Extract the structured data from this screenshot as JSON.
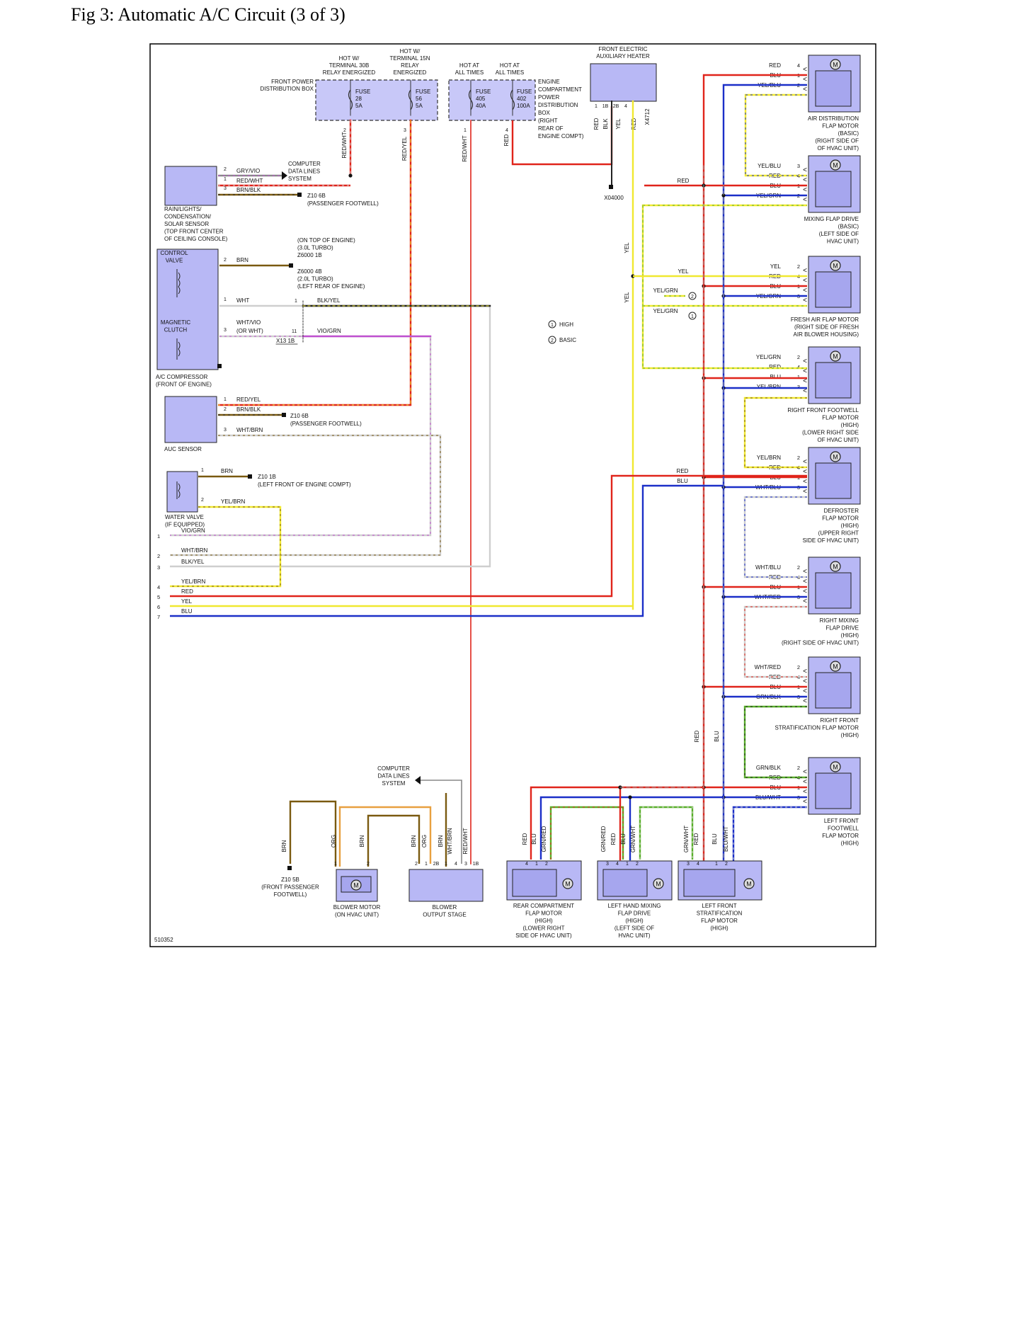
{
  "title": "Fig 3: Automatic A/C Circuit (3 of 3)",
  "figure_id": "510352",
  "colors": {
    "RED": "#e0241b",
    "BLU": "#1b2fc8",
    "YEL": "#f0e830",
    "WHT": "#cfcfcf",
    "BRN": "#7a5a10",
    "ORG": "#e8a040",
    "VIO": "#c050d0",
    "GRN": "#58b028",
    "BLK": "#222222",
    "GRY": "#888888",
    "frame": "#000000"
  },
  "power": {
    "front_box_label": [
      "FRONT POWER",
      "DISTRIBUTION BOX"
    ],
    "engine_box_label": [
      "ENGINE",
      "COMPARTMENT",
      "POWER",
      "DISTRIBUTION",
      "BOX",
      "(RIGHT",
      "REAR OF",
      "ENGINE COMPT)"
    ],
    "hot30b": [
      "HOT W/",
      "TERMINAL 30B",
      "RELAY ENERGIZED"
    ],
    "hot15n": [
      "HOT W/",
      "TERMINAL 15N",
      "RELAY",
      "ENERGIZED"
    ],
    "hot_all1": [
      "HOT AT",
      "ALL TIMES"
    ],
    "hot_all2": [
      "HOT AT",
      "ALL TIMES"
    ],
    "fuse28": [
      "FUSE",
      "28",
      "5A"
    ],
    "fuse56": [
      "FUSE",
      "56",
      "5A"
    ],
    "fuse405": [
      "FUSE",
      "405",
      "40A"
    ],
    "fuse402": [
      "FUSE",
      "402",
      "100A"
    ]
  },
  "heater": {
    "label": [
      "FRONT ELECTRIC",
      "AUXILIARY HEATER"
    ],
    "ground": "X04000",
    "conn": "X4712"
  },
  "left": {
    "computer1": [
      "COMPUTER",
      "DATA LINES",
      "SYSTEM"
    ],
    "rain_sensor": [
      "RAIN/LIGHTS/",
      "CONDENSATION/",
      "SOLAR SENSOR",
      "(TOP FRONT CENTER",
      "OF CEILING CONSOLE)"
    ],
    "z10_6b": "Z10 6B",
    "pass_footwell": "(PASSENGER FOOTWELL)",
    "engine_top": [
      "(ON TOP OF ENGINE)",
      "(3.0L TURBO)",
      "Z6000 1B"
    ],
    "engine_rear": [
      "Z6000 4B",
      "(2.0L TURBO)",
      "(LEFT REAR OF ENGINE)"
    ],
    "control_valve": [
      "CONTROL",
      "VALVE"
    ],
    "mag_clutch": [
      "MAGNETIC",
      "CLUTCH"
    ],
    "ac_comp": [
      "A/C COMPRESSOR",
      "(FRONT OF ENGINE)"
    ],
    "x13": "X13 1B",
    "auc": "AUC SENSOR",
    "z10_1b": "Z10 1B",
    "left_front_engine": "(LEFT FRONT OF ENGINE COMPT)",
    "water_valve": [
      "WATER VALVE",
      "(IF EQUIPPED)"
    ],
    "high": "HIGH",
    "basic": "BASIC"
  },
  "wires": {
    "gryvio": "GRY/VIO",
    "redwht": "RED/WHT",
    "brnblk": "BRN/BLK",
    "brn": "BRN",
    "wht": "WHT",
    "blkyel": "BLK/YEL",
    "whtvio": "WHT/VIO",
    "orwht": "(OR WHT)",
    "viogrn": "VIO/GRN",
    "redyel": "RED/YEL",
    "whtbrn": "WHT/BRN",
    "yelbrn": "YEL/BRN",
    "red": "RED",
    "yel": "YEL",
    "blu": "BLU",
    "yelblu": "YEL/BLU",
    "yelgrn": "YEL/GRN",
    "whtblu": "WHT/BLU",
    "whtred": "WHT/RED",
    "grnblk": "GRN/BLK",
    "bluwht": "BLU/WHT",
    "org": "ORG",
    "grnred": "GRN/RED",
    "grnwht": "GRN/WHT"
  },
  "harness": [
    {
      "pin": "1",
      "label": "VIO/GRN"
    },
    {
      "pin": "2",
      "label": "WHT/BRN"
    },
    {
      "pin": "3",
      "label": "BLK/YEL"
    },
    {
      "pin": "4",
      "label": "YEL/BRN"
    },
    {
      "pin": "5",
      "label": "RED"
    },
    {
      "pin": "6",
      "label": "YEL"
    },
    {
      "pin": "7",
      "label": "BLU"
    }
  ],
  "motors": [
    {
      "wires": [
        [
          "RED",
          "4"
        ],
        [
          "BLU",
          "1"
        ],
        [
          "YEL/BLU",
          "2"
        ]
      ],
      "label": [
        "AIR DISTRIBUTION",
        "FLAP MOTOR",
        "(BASIC)",
        "(RIGHT SIDE OF",
        "OF HVAC UNIT)"
      ]
    },
    {
      "wires": [
        [
          "YEL/BLU",
          "3"
        ],
        [
          "RED",
          "4"
        ],
        [
          "BLU",
          "1"
        ],
        [
          "YEL/GRN",
          "2"
        ]
      ],
      "label": [
        "MIXING FLAP DRIVE",
        "(BASIC)",
        "(LEFT SIDE OF",
        "HVAC UNIT)"
      ]
    },
    {
      "wires": [
        [
          "YEL",
          "2"
        ],
        [
          "RED",
          "4"
        ],
        [
          "BLU",
          "1"
        ],
        [
          "YEL/GRN",
          "3"
        ]
      ],
      "label": [
        "FRESH AIR FLAP MOTOR",
        "(RIGHT SIDE OF FRESH",
        "AIR BLOWER HOUSING)"
      ]
    },
    {
      "wires": [
        [
          "YEL/GRN",
          "2"
        ],
        [
          "RED",
          "4"
        ],
        [
          "BLU",
          "1"
        ],
        [
          "YEL/BRN",
          "3"
        ]
      ],
      "label": [
        "RIGHT FRONT FOOTWELL",
        "FLAP MOTOR",
        "(HIGH)",
        "(LOWER RIGHT SIDE",
        "OF HVAC UNIT)"
      ]
    },
    {
      "wires": [
        [
          "YEL/BRN",
          "2"
        ],
        [
          "RED",
          "4"
        ],
        [
          "BLU",
          "1"
        ],
        [
          "WHT/BLU",
          "3"
        ]
      ],
      "label": [
        "DEFROSTER",
        "FLAP MOTOR",
        "(HIGH)",
        "(UPPER RIGHT",
        "SIDE OF HVAC UNIT)"
      ]
    },
    {
      "wires": [
        [
          "WHT/BLU",
          "2"
        ],
        [
          "RED",
          "4"
        ],
        [
          "BLU",
          "1"
        ],
        [
          "WHT/RED",
          "3"
        ]
      ],
      "label": [
        "RIGHT MIXING",
        "FLAP DRIVE",
        "(HIGH)",
        "(RIGHT SIDE OF HVAC UNIT)"
      ]
    },
    {
      "wires": [
        [
          "WHT/RED",
          "2"
        ],
        [
          "RED",
          "4"
        ],
        [
          "BLU",
          "1"
        ],
        [
          "GRN/BLK",
          "3"
        ]
      ],
      "label": [
        "RIGHT FRONT",
        "STRATIFICATION FLAP MOTOR",
        "(HIGH)"
      ]
    },
    {
      "wires": [
        [
          "GRN/BLK",
          "2"
        ],
        [
          "RED",
          "4"
        ],
        [
          "BLU",
          "1"
        ],
        [
          "BLU/WHT",
          "3"
        ]
      ],
      "label": [
        "LEFT FRONT",
        "FOOTWELL",
        "FLAP MOTOR",
        "(HIGH)"
      ]
    }
  ],
  "bottom": {
    "computer2": [
      "COMPUTER",
      "DATA LINES",
      "SYSTEM"
    ],
    "z10_5b": [
      "Z10 5B",
      "(FRONT PASSENGER",
      "FOOTWELL)"
    ],
    "blower_motor": [
      "BLOWER MOTOR",
      "(ON HVAC UNIT)"
    ],
    "blower_stage": [
      "BLOWER",
      "OUTPUT STAGE"
    ],
    "rear_comp": [
      "REAR COMPARTMENT",
      "FLAP MOTOR",
      "(HIGH)",
      "(LOWER RIGHT",
      "SIDE OF HVAC UNIT)"
    ],
    "left_mix": [
      "LEFT HAND MIXING",
      "FLAP DRIVE",
      "(HIGH)",
      "(LEFT SIDE OF",
      "HVAC UNIT)"
    ],
    "left_strat": [
      "LEFT FRONT",
      "STRATIFICATION",
      "FLAP MOTOR",
      "(HIGH)"
    ]
  }
}
